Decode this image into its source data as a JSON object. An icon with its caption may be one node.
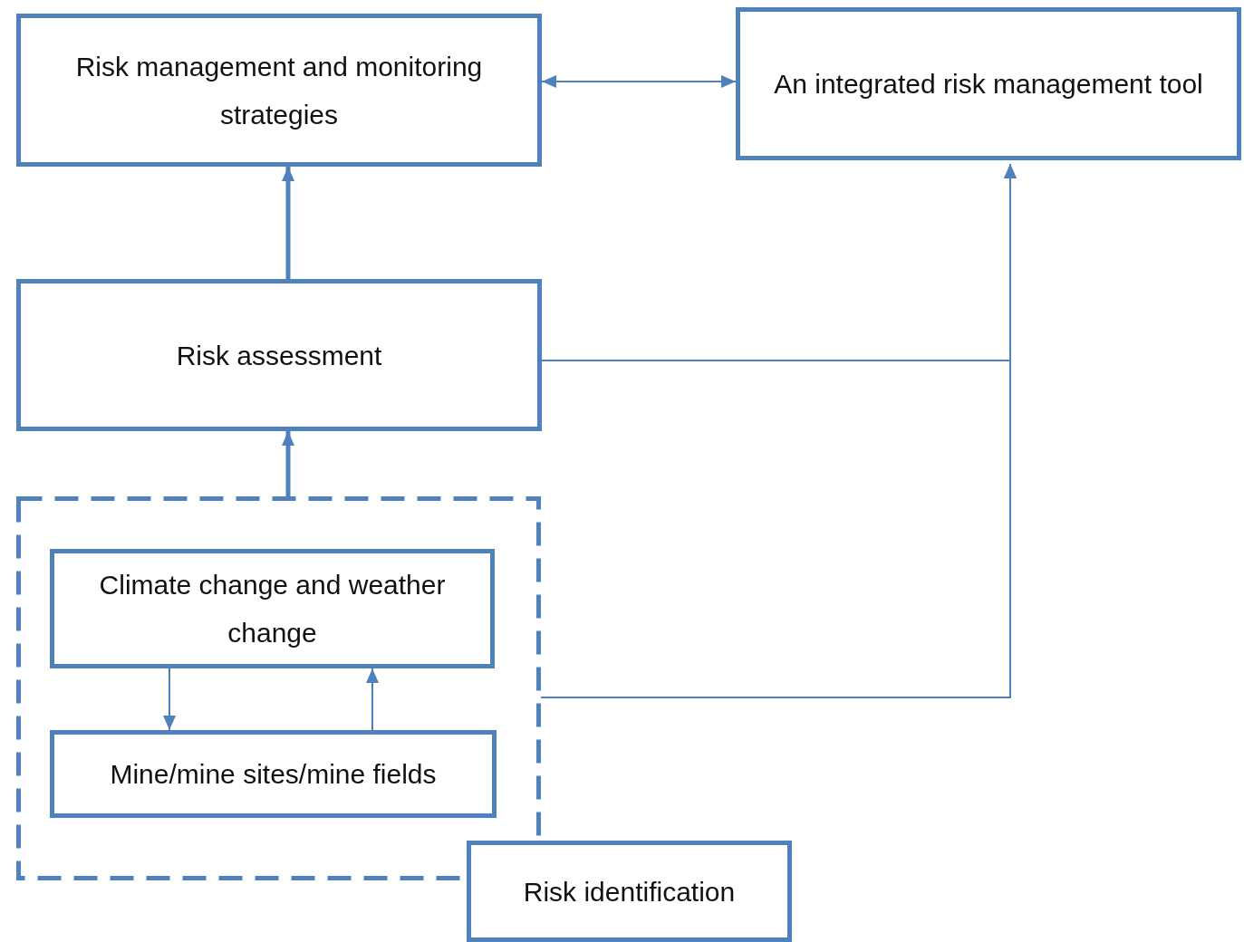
{
  "diagram": {
    "nodes": [
      {
        "text": [
          "Risk management and monitoring strategies"
        ]
      },
      {
        "text": [
          "An integrated risk management tool"
        ]
      },
      {
        "text": [
          "Risk assessment"
        ]
      },
      {
        "text": [],
        "shape": "box"
      },
      {
        "text": [
          "Climate change and weather change"
        ],
        "in": 3
      },
      {
        "text": [
          "Mine/mine sites/mine fields"
        ],
        "in": 3
      },
      {
        "text": [
          "Risk identification"
        ]
      }
    ],
    "edges": [
      {
        "from": 0,
        "to": 1,
        "arrow": "both"
      },
      {
        "from": 2,
        "to": 0,
        "arrow": "to",
        "style": "thick"
      },
      {
        "from": 3,
        "to": 2,
        "arrow": "to",
        "style": "thick"
      },
      {
        "from": 4,
        "to": 5,
        "arrow": "to"
      },
      {
        "from": 5,
        "to": 4,
        "arrow": "to"
      },
      {
        "from": 2,
        "to": 1,
        "arrow": "to"
      },
      {
        "from": 3,
        "to": 1,
        "arrow": "to"
      }
    ]
  }
}
